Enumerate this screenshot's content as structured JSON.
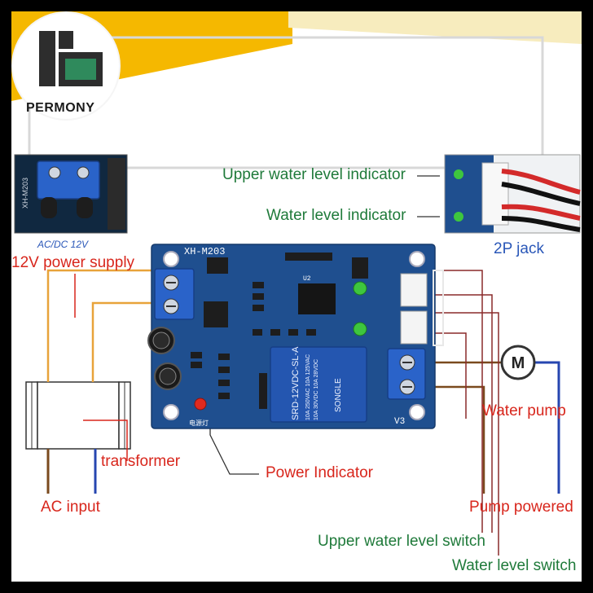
{
  "brand": {
    "name": "PERMONY",
    "colors": {
      "logo_dark": "#2d2d2d",
      "logo_green": "#2f8a5c",
      "accent_yellow": "#f5b800"
    }
  },
  "board": {
    "model": "XH-M203",
    "relay_model": "SRD-12VDC-SL-A",
    "relay_specs": [
      "10A 250VAC  10A 125VAC",
      "10A 30VDC  10A 28VDC"
    ],
    "relay_brand": "SONGLE",
    "chip_label": "U2",
    "corner_label": "V3",
    "power_led_label": "电源灯",
    "inset_left_caption": "AC/DC 12V",
    "inset_left_model": "XH-M203",
    "colors": {
      "pcb": "#1f4f8f",
      "terminal": "#2a63c9",
      "relay": "#2456b0",
      "led_green": "#3ec63e",
      "led_red": "#e02a1f"
    }
  },
  "labels": {
    "upper_indicator": "Upper water level indicator",
    "water_indicator": "Water level indicator",
    "jack": "2P jack",
    "power_supply": "12V power supply",
    "transformer": "transformer",
    "ac_input": "AC input",
    "power_indicator": "Power Indicator",
    "water_pump": "Water pump",
    "pump_powered": "Pump powered",
    "upper_switch": "Upper water level switch",
    "water_switch": "Water level switch",
    "motor_symbol": "M"
  }
}
